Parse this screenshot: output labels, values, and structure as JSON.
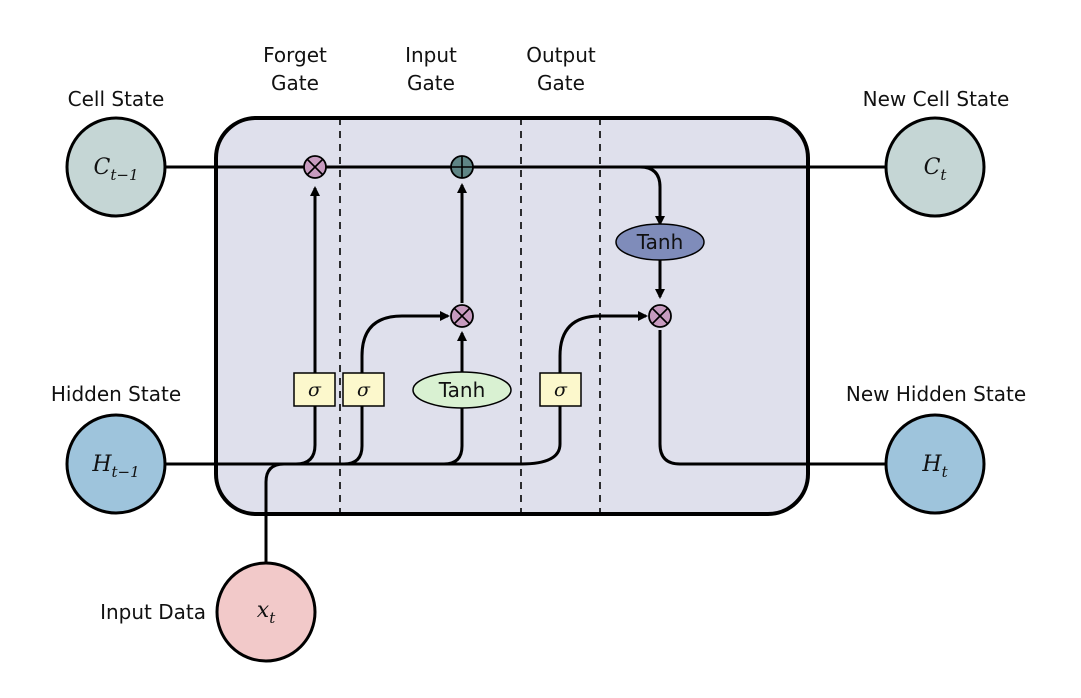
{
  "colors": {
    "cell_body": "#dfe0ec",
    "cell_state_node": "#c5d6d5",
    "hidden_state_node": "#9ec4dc",
    "input_node": "#f2c9c9",
    "multiply_op": "#c79bbf",
    "add_op": "#5f8585",
    "sigma_box": "#fcf8cc",
    "tanh_input": "#d9f1d2",
    "tanh_output": "#7f8cba"
  },
  "labels": {
    "forget_gate_line1": "Forget",
    "forget_gate_line2": "Gate",
    "input_gate_line1": "Input",
    "input_gate_line2": "Gate",
    "output_gate_line1": "Output",
    "output_gate_line2": "Gate",
    "cell_state": "Cell State",
    "new_cell_state": "New Cell State",
    "hidden_state": "Hidden State",
    "new_hidden_state": "New Hidden State",
    "input_data": "Input Data"
  },
  "nodes": {
    "cell_prev": {
      "base": "C",
      "sub": "t−1"
    },
    "cell_new": {
      "base": "C",
      "sub": "t"
    },
    "hidden_prev": {
      "base": "H",
      "sub": "t−1"
    },
    "hidden_new": {
      "base": "H",
      "sub": "t"
    },
    "input": {
      "base": "x",
      "sub": "t"
    }
  },
  "operators": {
    "sigma": "σ",
    "tanh": "Tanh"
  }
}
